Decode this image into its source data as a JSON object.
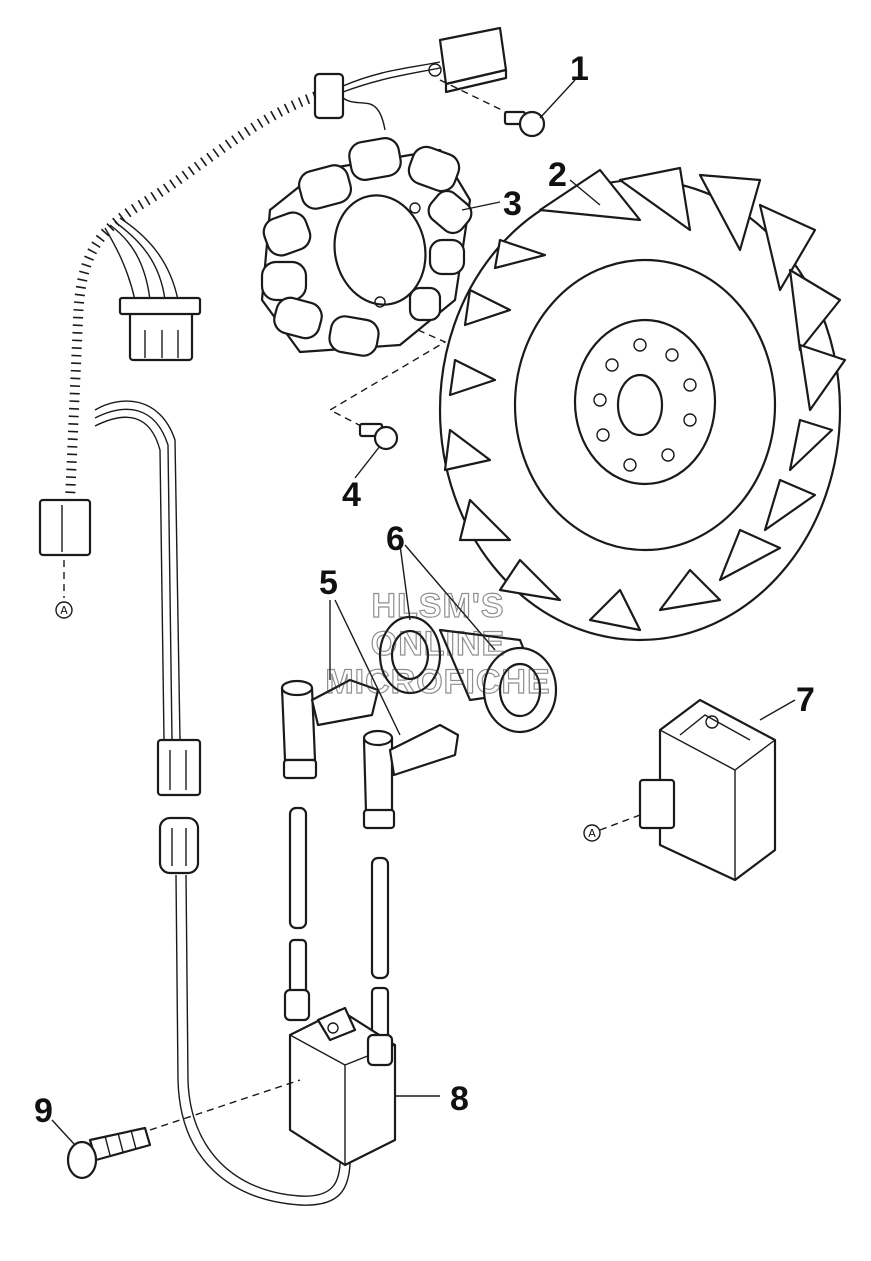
{
  "callouts": [
    {
      "label": "1"
    },
    {
      "label": "2"
    },
    {
      "label": "3"
    },
    {
      "label": "4"
    },
    {
      "label": "5"
    },
    {
      "label": "6"
    },
    {
      "label": "7"
    },
    {
      "label": "8"
    },
    {
      "label": "9"
    }
  ],
  "reference_marks": [
    {
      "label": "A"
    },
    {
      "label": "A"
    }
  ],
  "watermark": {
    "line1": "HLSM'S",
    "line2": "ONLINE",
    "line3": "MICROFICHE"
  },
  "colors": {
    "ink": "#1a1a1a",
    "paper": "#ffffff"
  }
}
